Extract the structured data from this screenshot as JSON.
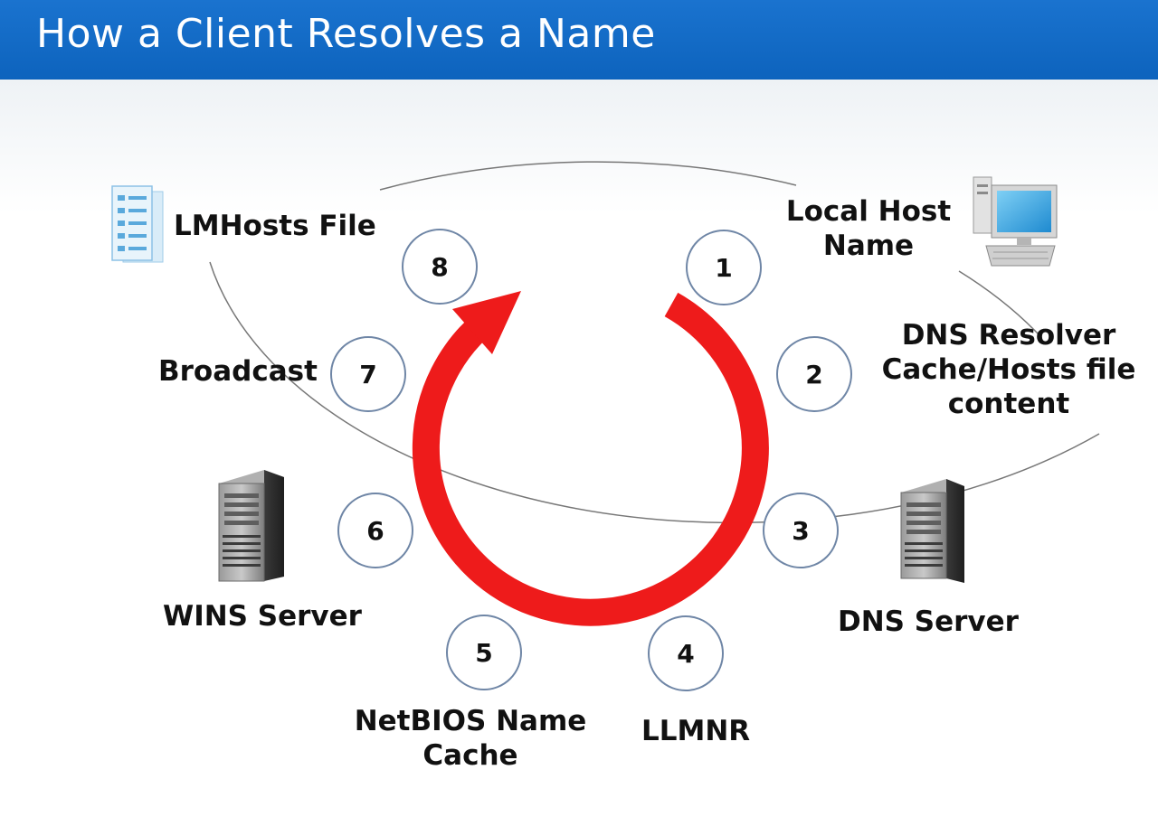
{
  "title": "How a Client Resolves a Name",
  "colors": {
    "title_bar": "#1369c6",
    "arrow": "#ee1b1b",
    "step_circle_stroke": "#6f86a6",
    "text": "#111111"
  },
  "steps": [
    {
      "number": "1",
      "label_lines": [
        "Local Host",
        "Name"
      ],
      "icon": "computer-icon"
    },
    {
      "number": "2",
      "label_lines": [
        "DNS Resolver",
        "Cache/Hosts file",
        "content"
      ],
      "icon": ""
    },
    {
      "number": "3",
      "label_lines": [
        "DNS Server"
      ],
      "icon": "server-icon"
    },
    {
      "number": "4",
      "label_lines": [
        "LLMNR"
      ],
      "icon": ""
    },
    {
      "number": "5",
      "label_lines": [
        "NetBIOS Name",
        "Cache"
      ],
      "icon": ""
    },
    {
      "number": "6",
      "label_lines": [
        "WINS Server"
      ],
      "icon": "server-icon"
    },
    {
      "number": "7",
      "label_lines": [
        "Broadcast"
      ],
      "icon": ""
    },
    {
      "number": "8",
      "label_lines": [
        "LMHosts File"
      ],
      "icon": "document-icon"
    }
  ]
}
